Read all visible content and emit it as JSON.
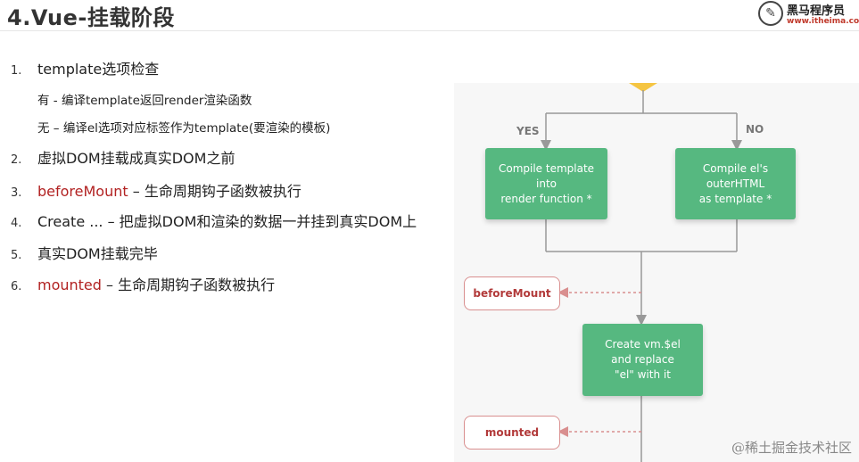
{
  "header": {
    "title": "4.Vue-挂载阶段",
    "logo_name": "黑马程序员",
    "logo_url": "www.itheima.com"
  },
  "list": {
    "items": [
      {
        "num": "1.",
        "text": "template选项检查"
      },
      {
        "num": "2.",
        "text": "虚拟DOM挂载成真实DOM之前"
      },
      {
        "num": "3.",
        "highlight": "beforeMount",
        "rest": " – 生命周期钩子函数被执行"
      },
      {
        "num": "4.",
        "text": "Create ...  – 把虚拟DOM和渲染的数据一并挂到真实DOM上"
      },
      {
        "num": "5.",
        "text": "真实DOM挂载完毕"
      },
      {
        "num": "6.",
        "highlight": "mounted",
        "rest": " – 生命周期钩子函数被执行"
      }
    ],
    "sub_items": [
      "有 - 编译template返回render渲染函数",
      "无 – 编译el选项对应标签作为template(要渲染的模板)"
    ]
  },
  "diagram": {
    "yes_label": "YES",
    "no_label": "NO",
    "box_compile_template": "Compile template\ninto\nrender function *",
    "box_compile_el": "Compile el's\nouterHTML\nas template *",
    "box_create": "Create vm.$el\nand replace\n\"el\" with it",
    "hook_before_mount": "beforeMount",
    "hook_mounted": "mounted",
    "colors": {
      "box": "#56b880",
      "hook_border": "#d98f8f",
      "hook_text": "#b23a3a",
      "arrow_top": "#f5c542"
    }
  },
  "watermark": "@稀土掘金技术社区"
}
